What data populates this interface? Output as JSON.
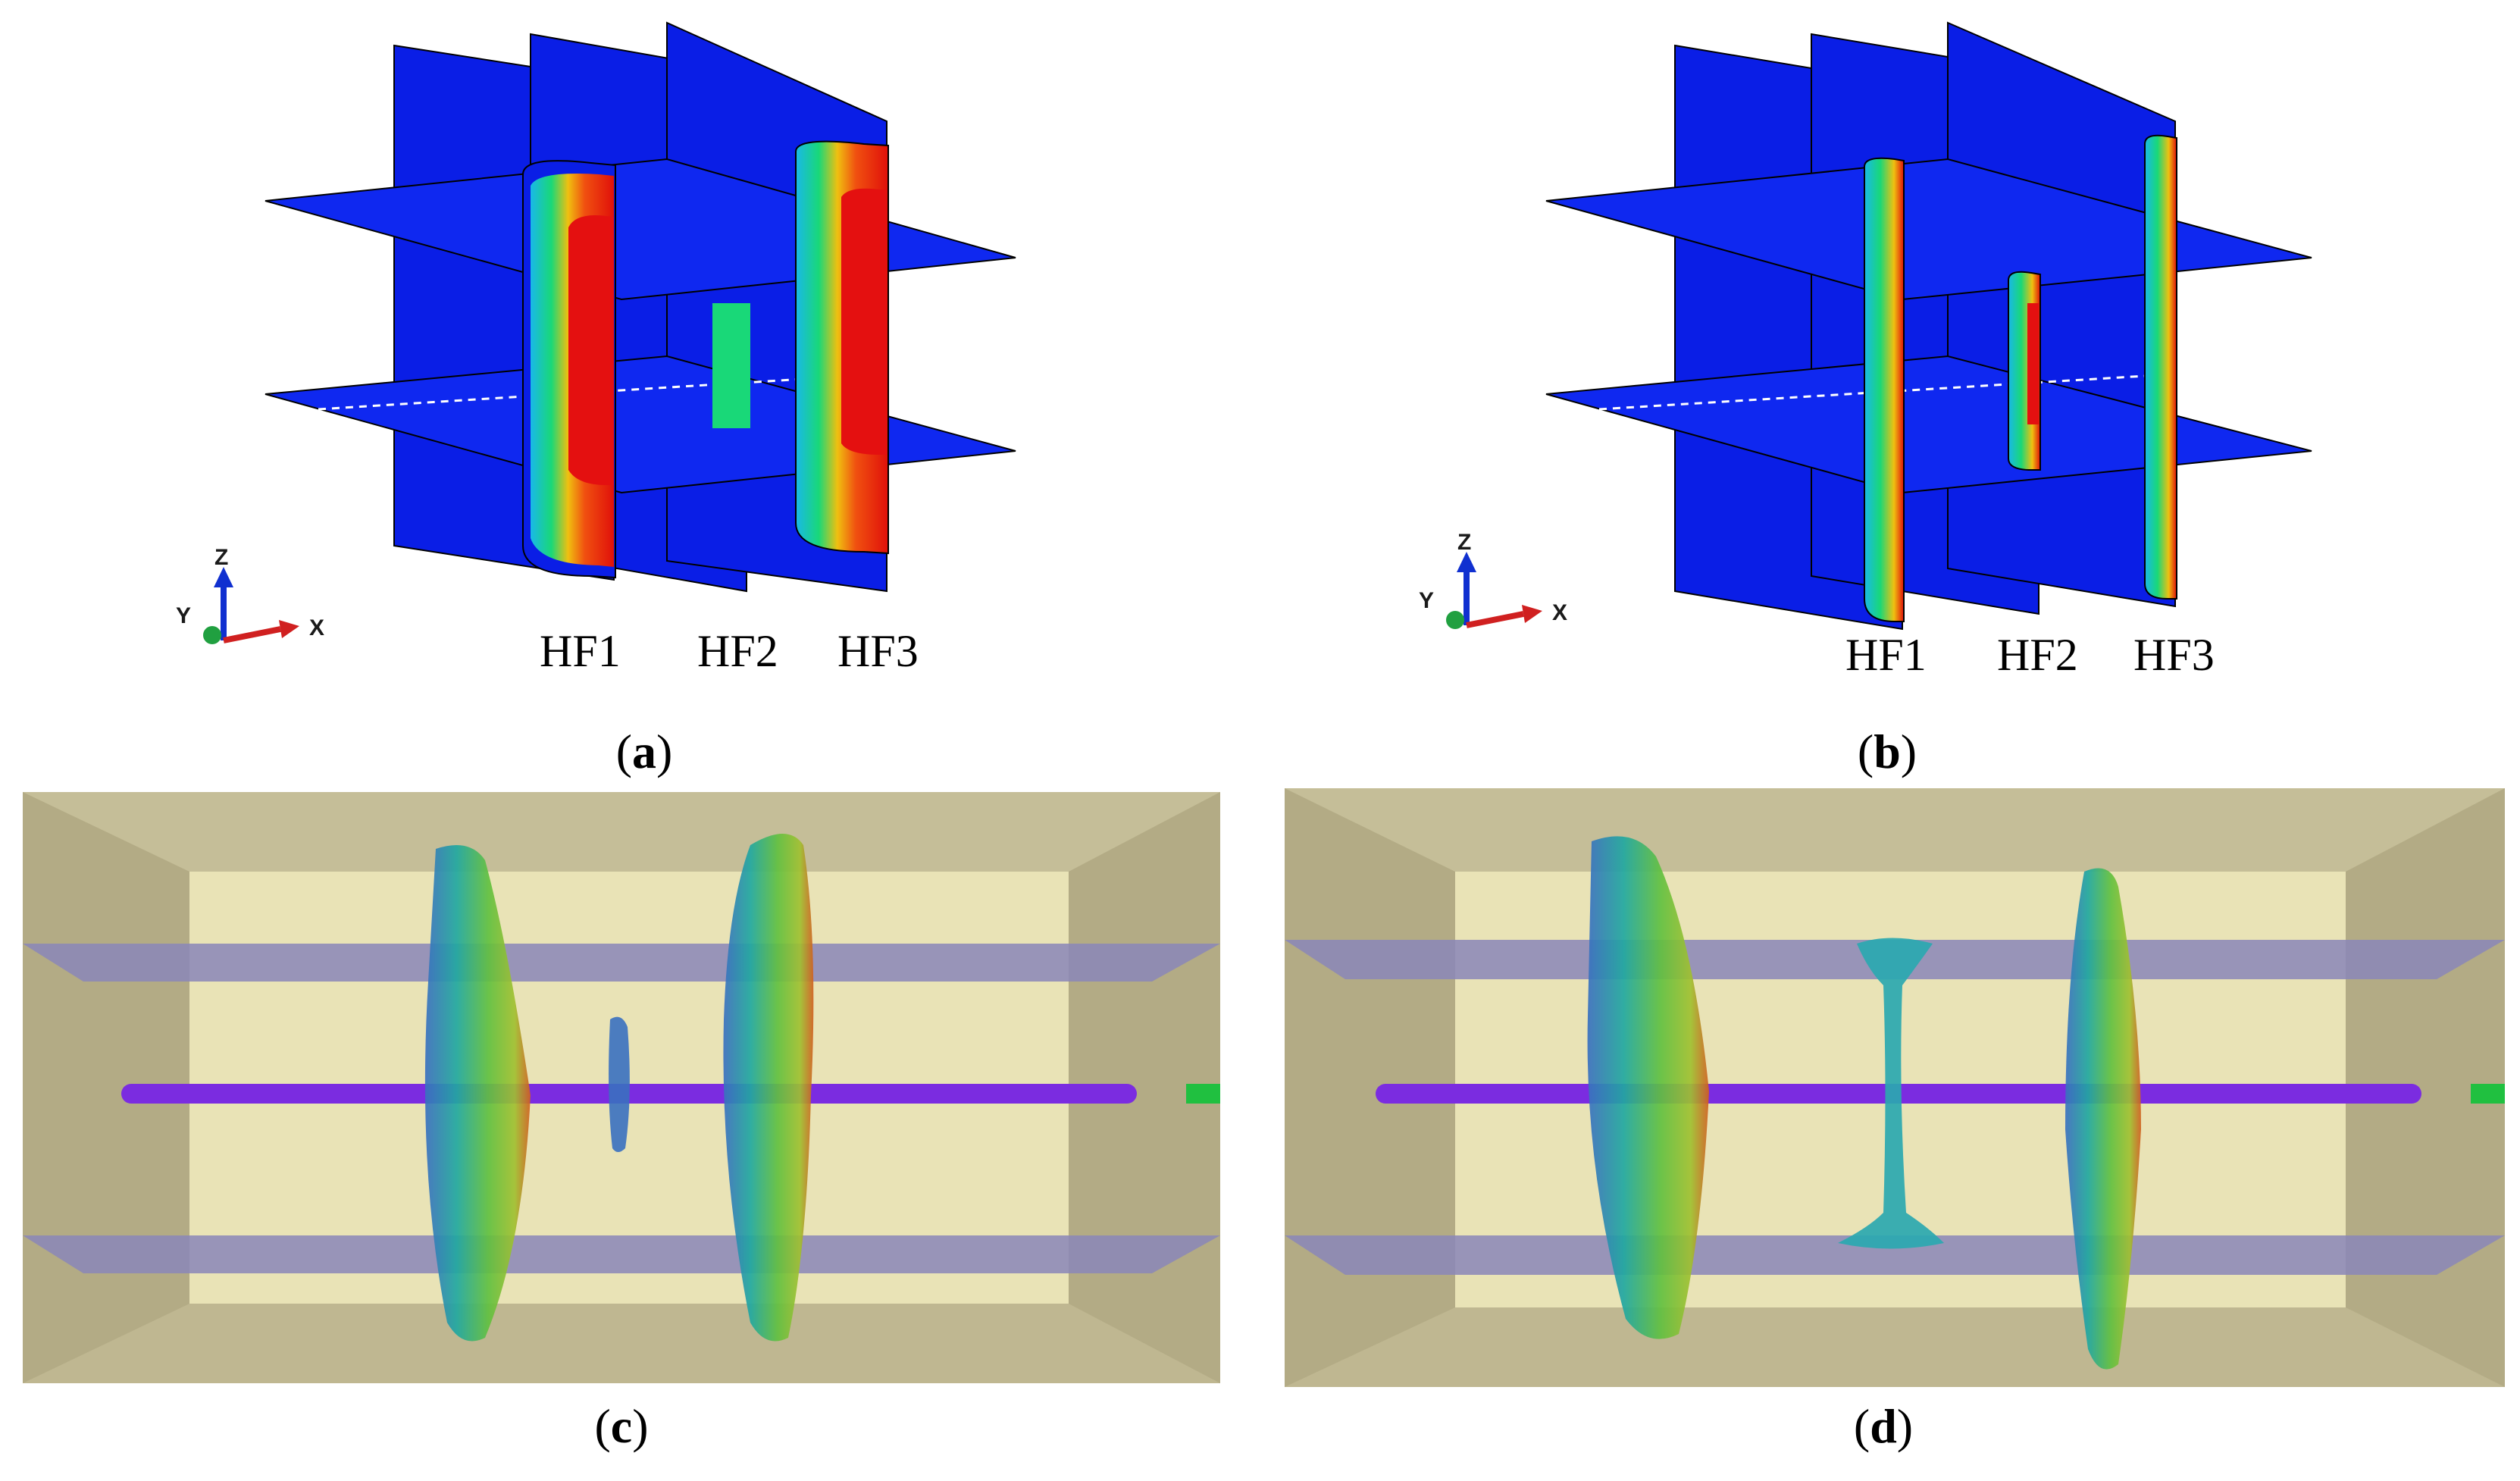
{
  "panels": [
    {
      "id": "a",
      "caption_letter": "a",
      "fracture_labels": [
        "HF1",
        "HF2",
        "HF3"
      ],
      "axes": {
        "z": "Z",
        "y": "Y",
        "x": "X"
      }
    },
    {
      "id": "b",
      "caption_letter": "b",
      "fracture_labels": [
        "HF1",
        "HF2",
        "HF3"
      ],
      "axes": {
        "z": "Z",
        "y": "Y",
        "x": "X"
      }
    },
    {
      "id": "c",
      "caption_letter": "c"
    },
    {
      "id": "d",
      "caption_letter": "d"
    }
  ],
  "colors": {
    "plane_blue": "#0a1ee6",
    "hot_red": "#e8120c",
    "warm_orange": "#f0a010",
    "mid_green": "#19d878",
    "cyan": "#19b8e8",
    "box_tan": "#e9e3b6",
    "box_wall": "#b3ab85",
    "wellbore_purple": "#7b2ce0"
  }
}
